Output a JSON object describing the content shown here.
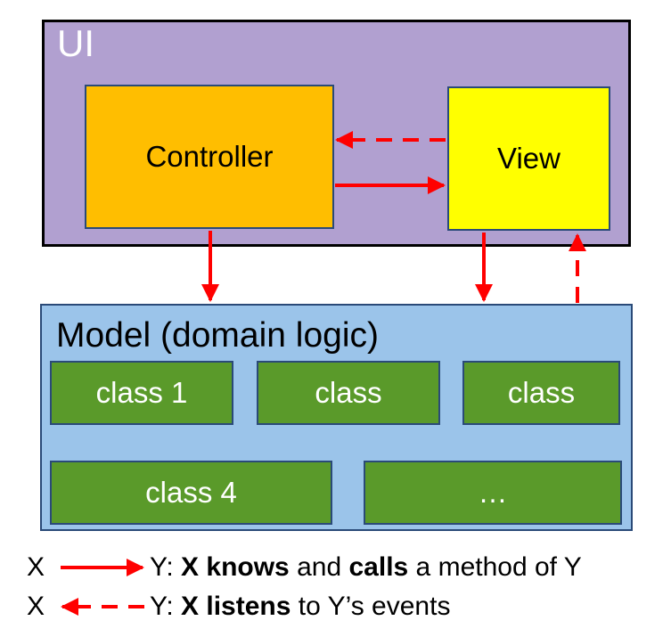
{
  "ui": {
    "label": "UI"
  },
  "controller": {
    "label": "Controller"
  },
  "view": {
    "label": "View"
  },
  "model": {
    "label": "Model (domain logic)",
    "classes": [
      "class 1",
      "class",
      "class",
      "class 4",
      "…"
    ]
  },
  "legend": {
    "line1": {
      "x": "X",
      "y": "Y:",
      "bold1": "X knows",
      "text1": " and ",
      "bold2": "calls",
      "text2": " a method of Y"
    },
    "line2": {
      "x": "X",
      "y": "Y:",
      "bold1": "X listens",
      "text1": " to Y’s events"
    }
  },
  "colors": {
    "arrow": "#ff0000",
    "ui_bg": "#b1a0d0",
    "controller_bg": "#ffbe00",
    "view_bg": "#ffff00",
    "model_bg": "#9bc4ea",
    "class_bg": "#5a9a2a"
  }
}
